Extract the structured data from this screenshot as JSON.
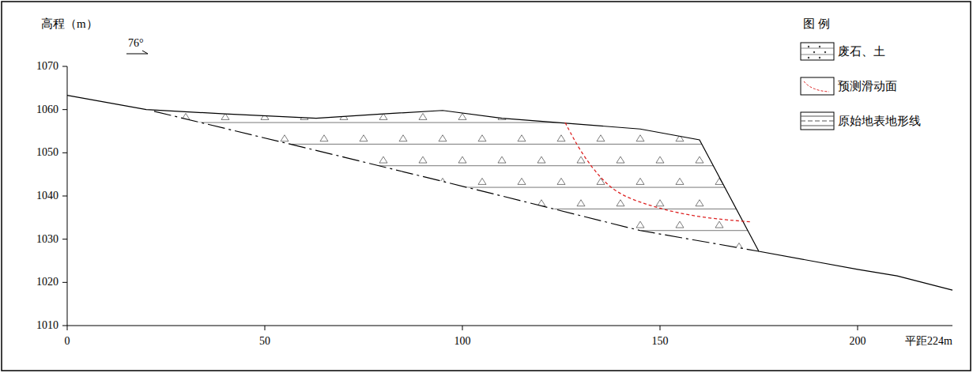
{
  "diagram": {
    "labels": [
      "高程（m）",
      "76°",
      "1070",
      "1060",
      "1050",
      "1040",
      "1030",
      "1020",
      "1010",
      "0",
      "50",
      "100",
      "150",
      "200",
      "平距224m",
      "图 例"
    ],
    "legend": [
      {
        "text": "废石、土"
      },
      {
        "text": "预测滑动面"
      },
      {
        "text": "原始地表地形线"
      }
    ]
  }
}
